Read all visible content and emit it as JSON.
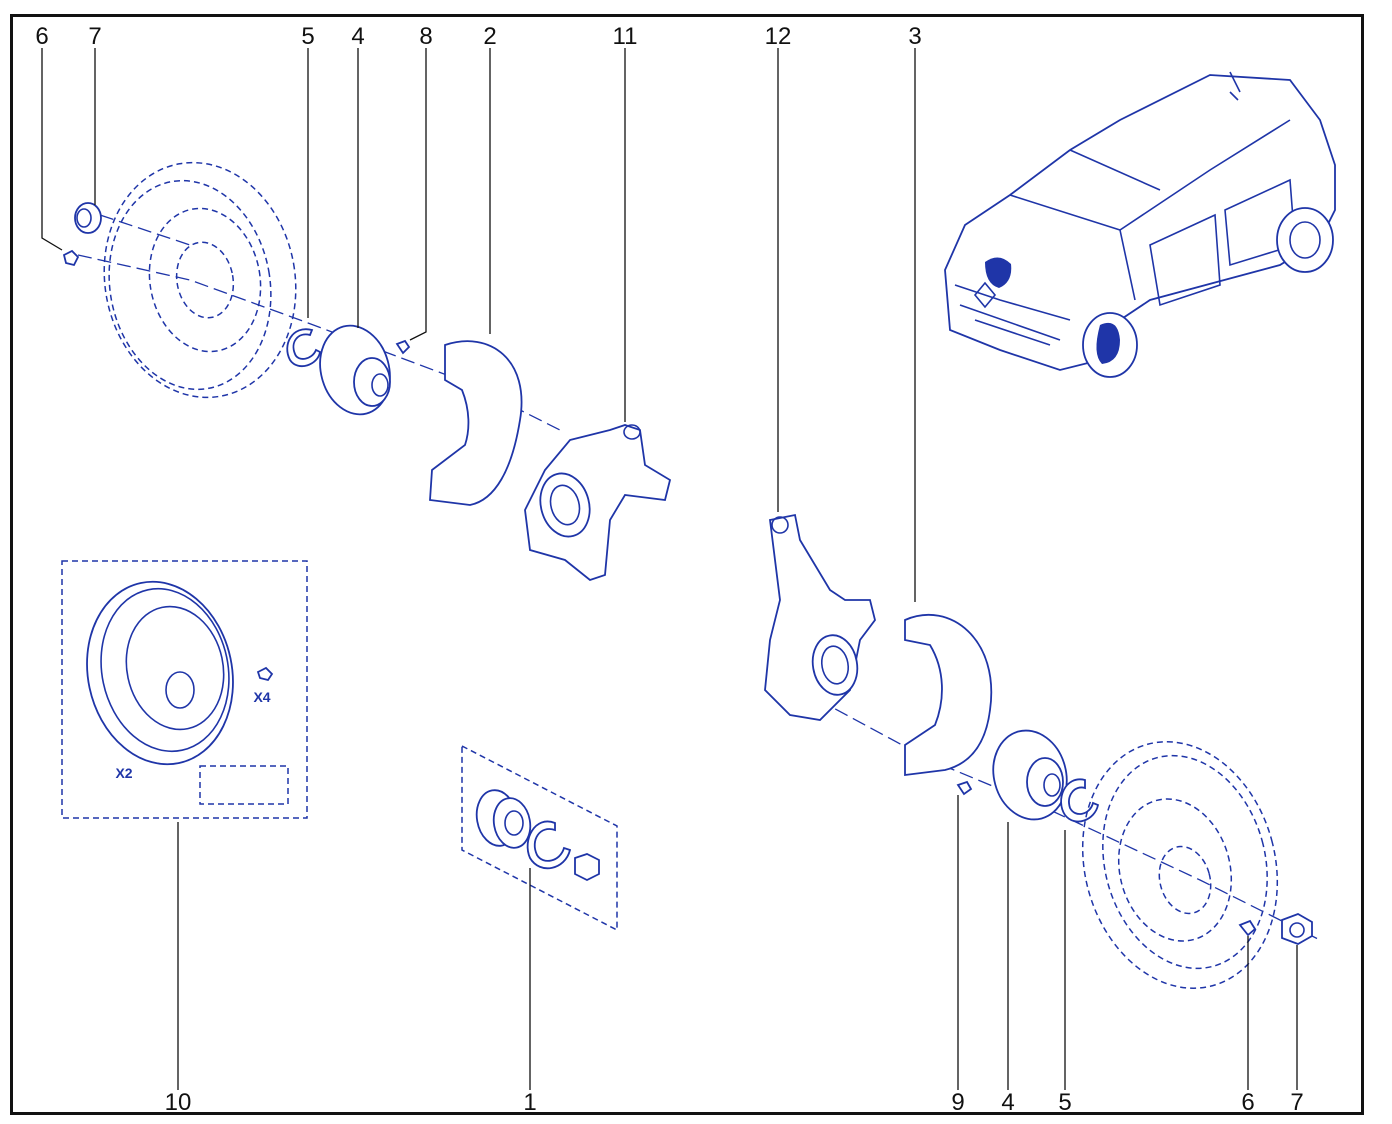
{
  "callouts": {
    "c6a": "6",
    "c7a": "7",
    "c5a": "5",
    "c4a": "4",
    "c8": "8",
    "c2": "2",
    "c11": "11",
    "c12": "12",
    "c3": "3",
    "c10": "10",
    "c1": "1",
    "c9": "9",
    "c4b": "4",
    "c5b": "5",
    "c6b": "6",
    "c7b": "7"
  },
  "kit_labels": {
    "disc_qty": "X2",
    "screw_qty": "X4"
  },
  "colors": {
    "line": "#1f35a8",
    "frame": "#111111"
  }
}
